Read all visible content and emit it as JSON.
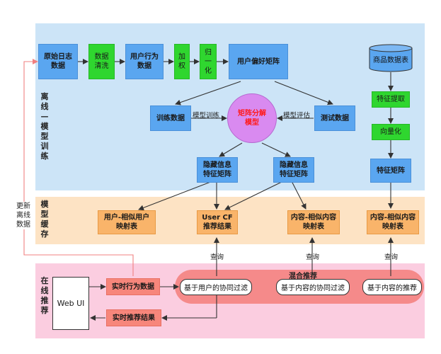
{
  "offline": {
    "label": "离线—模型训练",
    "raw_log": "原始日志\n数据",
    "clean": "数据\n清洗",
    "behavior": "用户行为\n数据",
    "weight": "加\n权",
    "normalize": "归\n一\n化",
    "preference": "用户偏好矩阵",
    "train_data": "训练数据",
    "train_arrow": "模型训练",
    "mf_model": "矩阵分解\n模型",
    "eval_arrow": "模型评估",
    "test_data": "测试数据",
    "hidden_user": "隐藏信息\n特征矩阵",
    "hidden_item": "隐藏信息\n特征矩阵",
    "item_table": "商品数据表",
    "feature_extract": "特征提取",
    "vectorize": "向量化",
    "feature_matrix": "特征矩阵"
  },
  "cache": {
    "label": "模型缓存",
    "user_sim": "用户-相似用户\n映射表",
    "user_cf": "User CF\n推荐结果",
    "content_sim": "内容-相似内容\n映射表",
    "content_sim2": "内容-相似内容\n映射表"
  },
  "online": {
    "label": "在线推荐",
    "web_ui": "Web UI",
    "realtime_behavior": "实时行为数据",
    "realtime_result": "实时推荐结果",
    "hybrid": "混合推荐",
    "user_cf_filter": "基于用户的协同过滤",
    "item_cf_filter": "基于内容的协同过滤",
    "content_rec": "基于内容的推荐",
    "query1": "查询",
    "query2": "查询",
    "query3": "查询"
  },
  "feedback": "更新\n离线\n数据",
  "colors": {
    "offline_bg": "#cce4f7",
    "cache_bg": "#fde3c4",
    "online_bg": "#fbcde0",
    "blue": "#5aa6f0",
    "green": "#2fd62f",
    "orange": "#f9b46a",
    "salmon": "#f7867b",
    "purple": "#d98af0",
    "red_text": "#ff1a1a"
  }
}
